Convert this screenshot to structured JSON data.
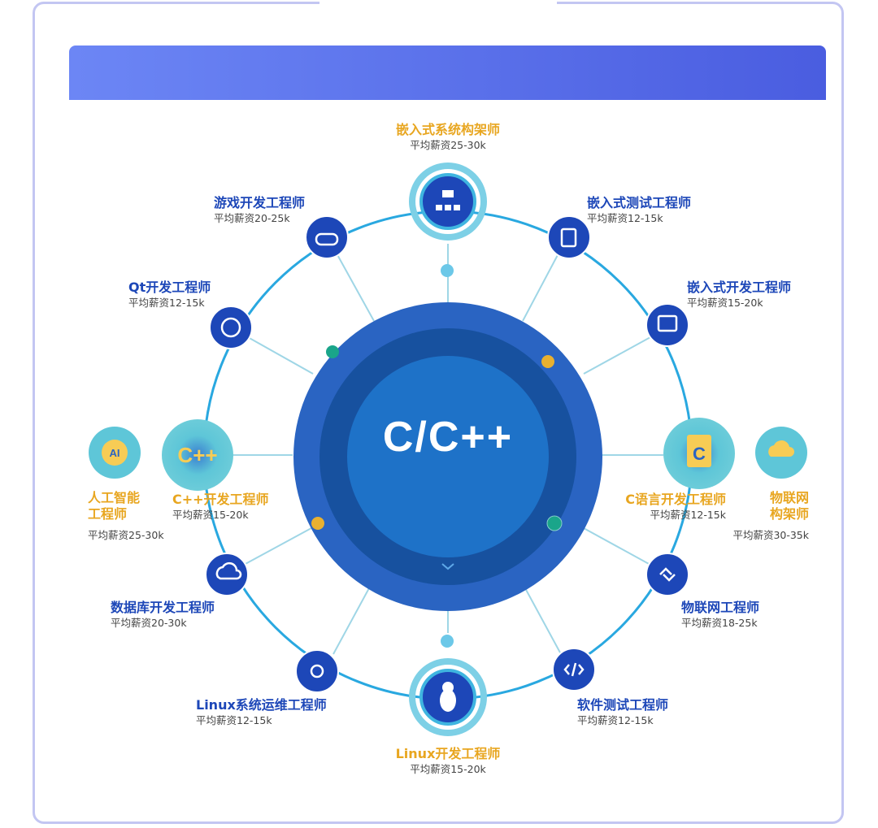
{
  "center": {
    "title": "C/C++"
  },
  "colors": {
    "blue": "#1d47b8",
    "orange": "#e8a620",
    "teal": "#5ec6d8",
    "ring": "#29a8e0"
  },
  "roles": {
    "embedded_arch": {
      "title": "嵌入式系统构架师",
      "salary": "平均薪资25-30k",
      "icon": "hierarchy-icon"
    },
    "game": {
      "title": "游戏开发工程师",
      "salary": "平均薪资20-25k",
      "icon": "gamepad-icon"
    },
    "qt": {
      "title": "Qt开发工程师",
      "salary": "平均薪资12-15k",
      "icon": "qt-icon"
    },
    "cpp": {
      "title": "C++开发工程师",
      "salary": "平均薪资15-20k",
      "icon": "cpp-icon",
      "badge": "C++"
    },
    "ai": {
      "title_line1": "人工智能",
      "title_line2": "工程师",
      "salary": "平均薪资25-30k",
      "icon": "ai-head-icon",
      "badge": "AI"
    },
    "database": {
      "title": "数据库开发工程师",
      "salary": "平均薪资20-30k",
      "icon": "database-cloud-icon"
    },
    "linux_ops": {
      "title": "Linux系统运维工程师",
      "salary": "平均薪资12-15k",
      "icon": "gear-wrench-icon"
    },
    "linux_dev": {
      "title": "Linux开发工程师",
      "salary": "平均薪资15-20k",
      "icon": "penguin-icon"
    },
    "software_test": {
      "title": "软件测试工程师",
      "salary": "平均薪资12-15k",
      "icon": "code-icon"
    },
    "iot": {
      "title": "物联网工程师",
      "salary": "平均薪资18-25k",
      "icon": "link-icon"
    },
    "c_lang": {
      "title": "C语言开发工程师",
      "salary": "平均薪资12-15k",
      "icon": "c-file-icon",
      "badge": "C"
    },
    "iot_arch": {
      "title_line1": "物联网",
      "title_line2": "构架师",
      "salary": "平均薪资30-35k",
      "icon": "cloud-network-icon"
    },
    "embedded_dev": {
      "title": "嵌入式开发工程师",
      "salary": "平均薪资15-20k",
      "icon": "chip-icon"
    },
    "embedded_test": {
      "title": "嵌入式测试工程师",
      "salary": "平均薪资12-15k",
      "icon": "document-icon"
    }
  }
}
